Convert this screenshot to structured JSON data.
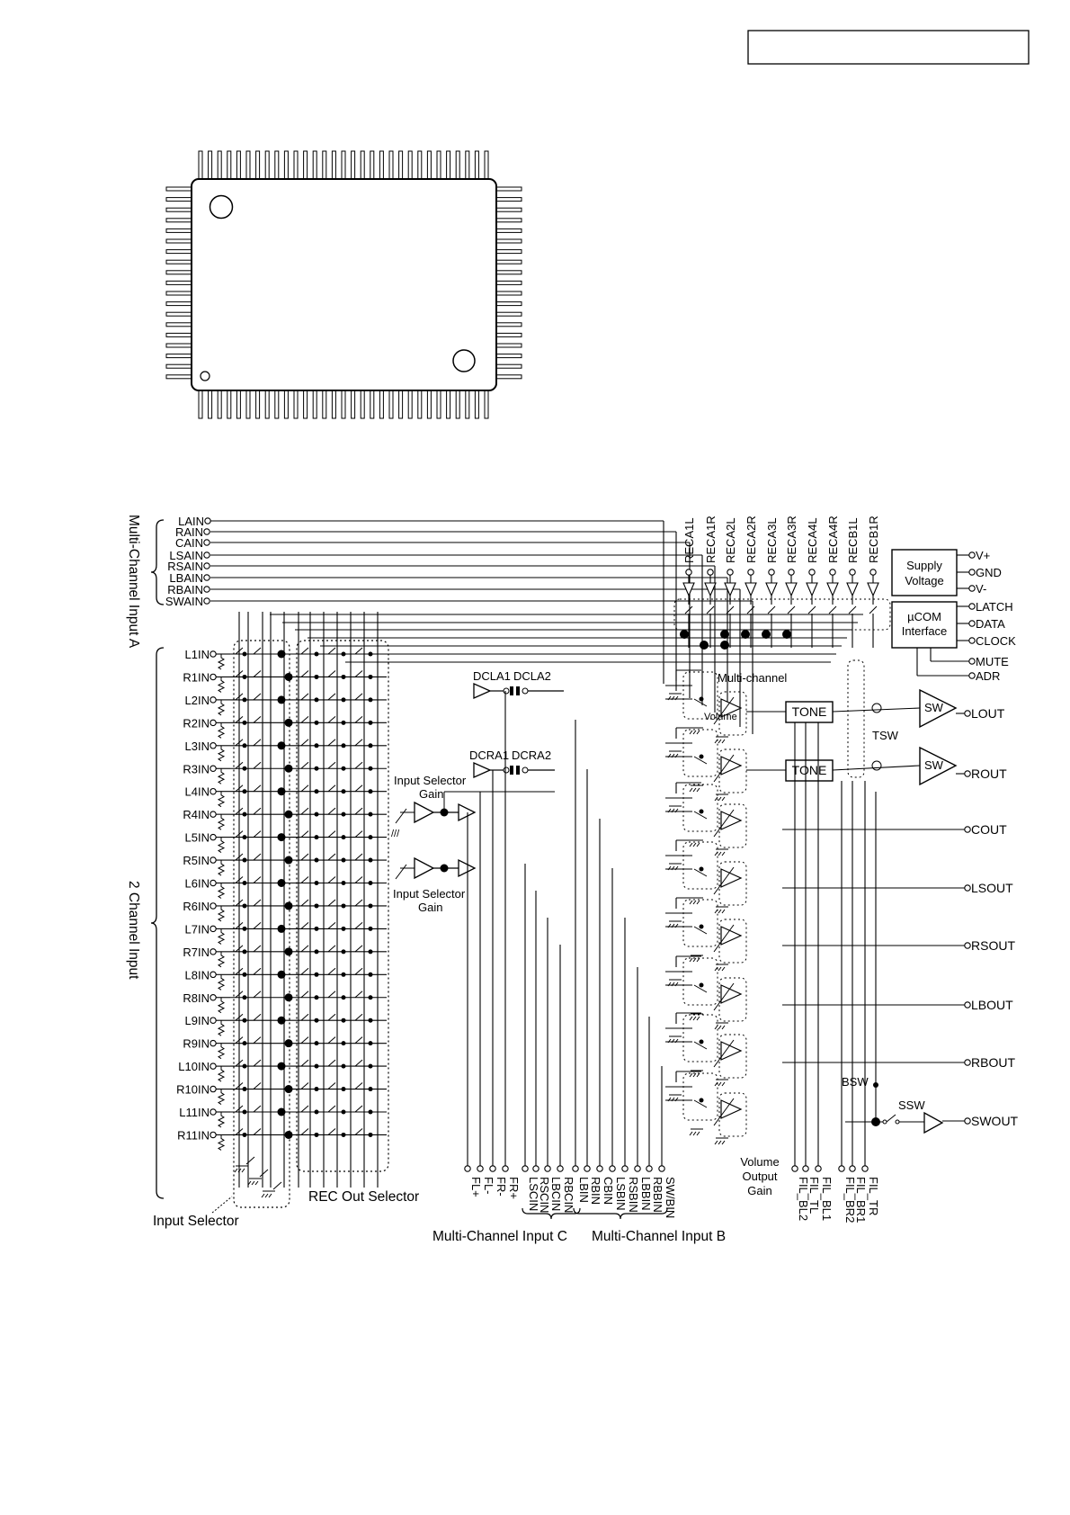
{
  "header_box_text": "",
  "chip": {
    "title": ""
  },
  "diagram": {
    "left_brackets": {
      "multi_a": "Multi-Channel Input A",
      "two_ch": "2 Channel Input"
    },
    "mca_inputs": [
      "LAIN",
      "RAIN",
      "CAIN",
      "LSAIN",
      "RSAIN",
      "LBAIN",
      "RBAIN",
      "SWAIN"
    ],
    "two_ch_inputs": [
      "L1IN",
      "R1IN",
      "L2IN",
      "R2IN",
      "L3IN",
      "R3IN",
      "L4IN",
      "R4IN",
      "L5IN",
      "R5IN",
      "L6IN",
      "R6IN",
      "L7IN",
      "R7IN",
      "L8IN",
      "R8IN",
      "L9IN",
      "R9IN",
      "L10IN",
      "R10IN",
      "L11IN",
      "R11IN"
    ],
    "rec_outputs": [
      "RECA1L",
      "RECA1R",
      "RECA2L",
      "RECA2R",
      "RECA3L",
      "RECA3R",
      "RECA4L",
      "RECA4R",
      "RECB1L",
      "RECB1R"
    ],
    "supply": {
      "label1": "Supply",
      "label2": "Voltage",
      "pins": [
        "V+",
        "GND",
        "V-"
      ]
    },
    "ucom": {
      "label1": "µCOM",
      "label2": "Interface",
      "pins": [
        "LATCH",
        "DATA",
        "CLOCK"
      ]
    },
    "extra_pins": [
      "MUTE",
      "ADR"
    ],
    "outputs": [
      "LOUT",
      "ROUT",
      "COUT",
      "LSOUT",
      "RSOUT",
      "LBOUT",
      "RBOUT",
      "SWOUT"
    ],
    "dcla": [
      "DCLA1",
      "DCLA2"
    ],
    "dcra": [
      "DCRA1",
      "DCRA2"
    ],
    "isg1": [
      "Input Selector",
      "Gain"
    ],
    "isg2": [
      "Input Selector",
      "Gain"
    ],
    "multichannel_label": "Multi-channel",
    "volume_tiny": "Volume",
    "tone": "TONE",
    "sw": "SW",
    "tsw": "TSW",
    "bsw": "BSW",
    "ssw": "SSW",
    "vog": [
      "Volume",
      "Output",
      "Gain"
    ],
    "fl_pins": [
      "FL+",
      "FL-",
      "FR-",
      "FR+"
    ],
    "mcc_pins": [
      "LSCIN",
      "RSCIN",
      "LBCIN",
      "RBCIN"
    ],
    "mcb_pins": [
      "LBIN",
      "RBIN",
      "CBIN",
      "LSBIN",
      "RSBIN",
      "LBBIN",
      "RBBIN",
      "SW/BIN"
    ],
    "fil_pins": [
      "FIL_BL2",
      "FIL_TL",
      "FIL_BL1",
      "FIL_BR2",
      "FIL_BR1",
      "FIL_TR"
    ],
    "bottom_labels": {
      "input_selector": "Input Selector",
      "rec_out": "REC Out Selector",
      "mcc": "Multi-Channel Input C",
      "mcb": "Multi-Channel Input B"
    }
  }
}
